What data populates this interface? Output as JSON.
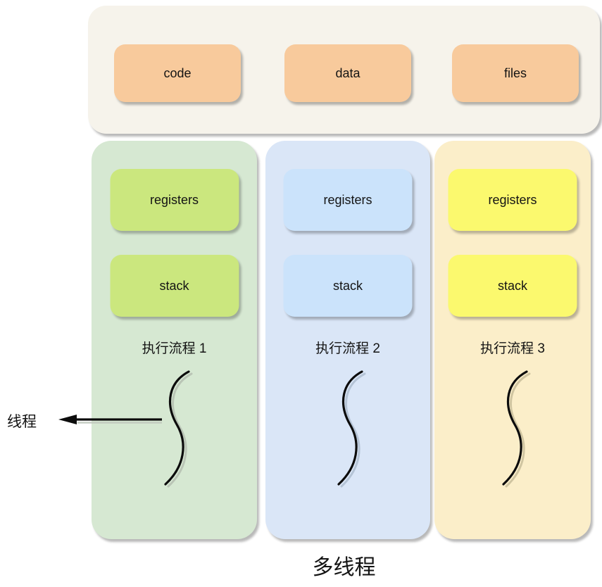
{
  "diagram": {
    "caption": "多线程",
    "pointer_label": "线程",
    "process_block": {
      "segments": [
        {
          "label": "code"
        },
        {
          "label": "data"
        },
        {
          "label": "files"
        }
      ]
    },
    "threads": [
      {
        "flow_label": "执行流程 1",
        "registers_label": "registers",
        "stack_label": "stack"
      },
      {
        "flow_label": "执行流程 2",
        "registers_label": "registers",
        "stack_label": "stack"
      },
      {
        "flow_label": "执行流程 3",
        "registers_label": "registers",
        "stack_label": "stack"
      }
    ],
    "colors": {
      "page_bg": "#ffffff",
      "process_container_bg": "#f6f3eb",
      "segment_box_bg": "#f8ca9c",
      "thread1_column_bg": "#d6e8d2",
      "thread1_box_bg": "#cbe77e",
      "thread2_column_bg": "#dae6f7",
      "thread2_box_bg": "#cbe3fb",
      "thread3_column_bg": "#fbeec9",
      "thread3_box_bg": "#fbf96e",
      "stroke": "#000000",
      "shadow": "#b3b3b3"
    }
  }
}
